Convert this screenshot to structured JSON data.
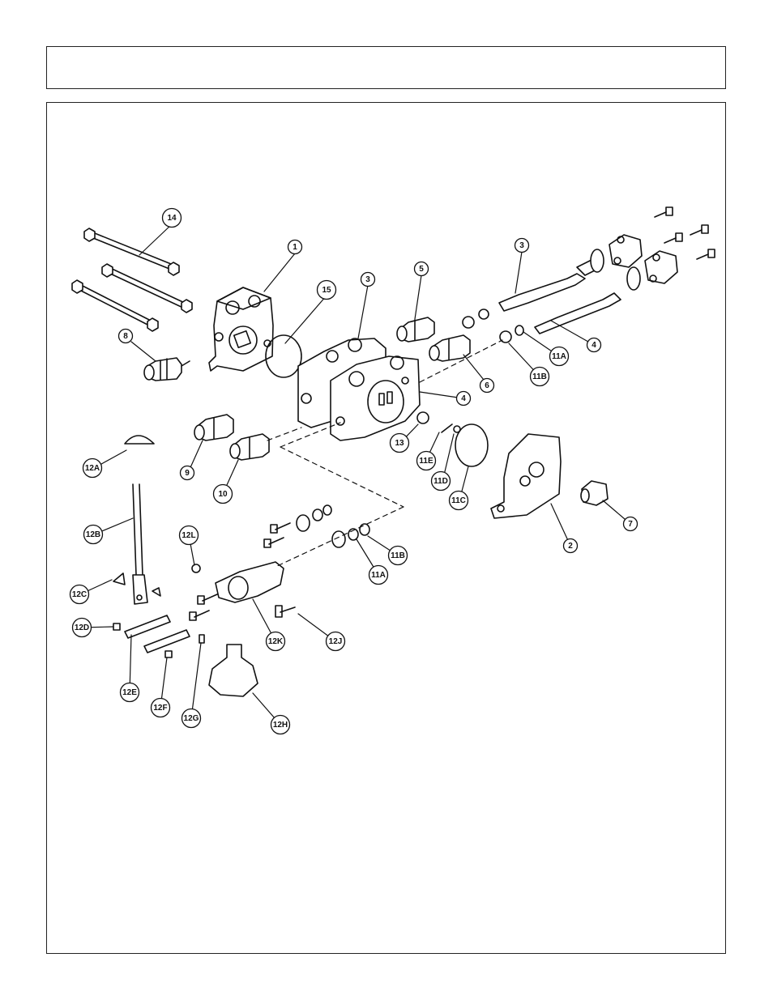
{
  "header": {
    "title": ""
  },
  "callouts": [
    {
      "id": "c14",
      "label": "14"
    },
    {
      "id": "c1",
      "label": "1"
    },
    {
      "id": "c15",
      "label": "15"
    },
    {
      "id": "c3a",
      "label": "3"
    },
    {
      "id": "c5",
      "label": "5"
    },
    {
      "id": "c3b",
      "label": "3"
    },
    {
      "id": "c4a",
      "label": "4"
    },
    {
      "id": "c11a1",
      "label": "11A"
    },
    {
      "id": "c11b1",
      "label": "11B"
    },
    {
      "id": "c6",
      "label": "6"
    },
    {
      "id": "c4b",
      "label": "4"
    },
    {
      "id": "c8",
      "label": "8"
    },
    {
      "id": "c13",
      "label": "13"
    },
    {
      "id": "c11e",
      "label": "11E"
    },
    {
      "id": "c11d",
      "label": "11D"
    },
    {
      "id": "c11c",
      "label": "11C"
    },
    {
      "id": "c12a",
      "label": "12A"
    },
    {
      "id": "c9",
      "label": "9"
    },
    {
      "id": "c10",
      "label": "10"
    },
    {
      "id": "c7",
      "label": "7"
    },
    {
      "id": "c2",
      "label": "2"
    },
    {
      "id": "c12b",
      "label": "12B"
    },
    {
      "id": "c12l",
      "label": "12L"
    },
    {
      "id": "c11b2",
      "label": "11B"
    },
    {
      "id": "c11a2",
      "label": "11A"
    },
    {
      "id": "c12c",
      "label": "12C"
    },
    {
      "id": "c12d",
      "label": "12D"
    },
    {
      "id": "c12k",
      "label": "12K"
    },
    {
      "id": "c12j",
      "label": "12J"
    },
    {
      "id": "c12e",
      "label": "12E"
    },
    {
      "id": "c12f",
      "label": "12F"
    },
    {
      "id": "c12g",
      "label": "12G"
    },
    {
      "id": "c12h",
      "label": "12H"
    }
  ]
}
